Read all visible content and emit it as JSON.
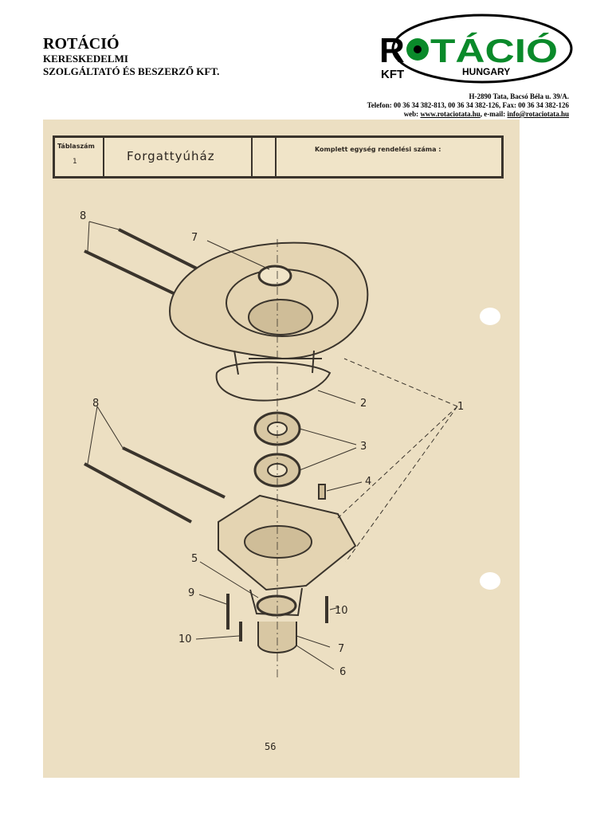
{
  "header": {
    "company_name": "ROTÁCIÓ",
    "company_line1": "KERESKEDELMI",
    "company_line2": "SZOLGÁLTATÓ ÉS BESZERZŐ KFT."
  },
  "logo": {
    "main_text": "ROTÁCIÓ",
    "left_sub": "KFT",
    "right_sub": "HUNGARY",
    "colors": {
      "green": "#0a8a2a",
      "black": "#000000"
    }
  },
  "contact": {
    "address": "H-2890 Tata, Bacsó Béla u. 39/A.",
    "phones": "Telefon: 00 36 34 382-813, 00 36 34 382-126, Fax: 00 36 34 382-126",
    "web_label": "web:",
    "web_url": "www.rotaciotata.hu",
    "email_label": ", e-mail:",
    "email": "info@rotaciotata.hu"
  },
  "table": {
    "tablaszam_label": "Táblaszám",
    "tablaszam_value": "1",
    "title": "Forgattyúház",
    "order_label": "Komplett egység rendelési száma :"
  },
  "callouts": [
    "8",
    "7",
    "2",
    "1",
    "3",
    "8",
    "4",
    "5",
    "9",
    "10",
    "10",
    "7",
    "6"
  ],
  "page_number": "56"
}
